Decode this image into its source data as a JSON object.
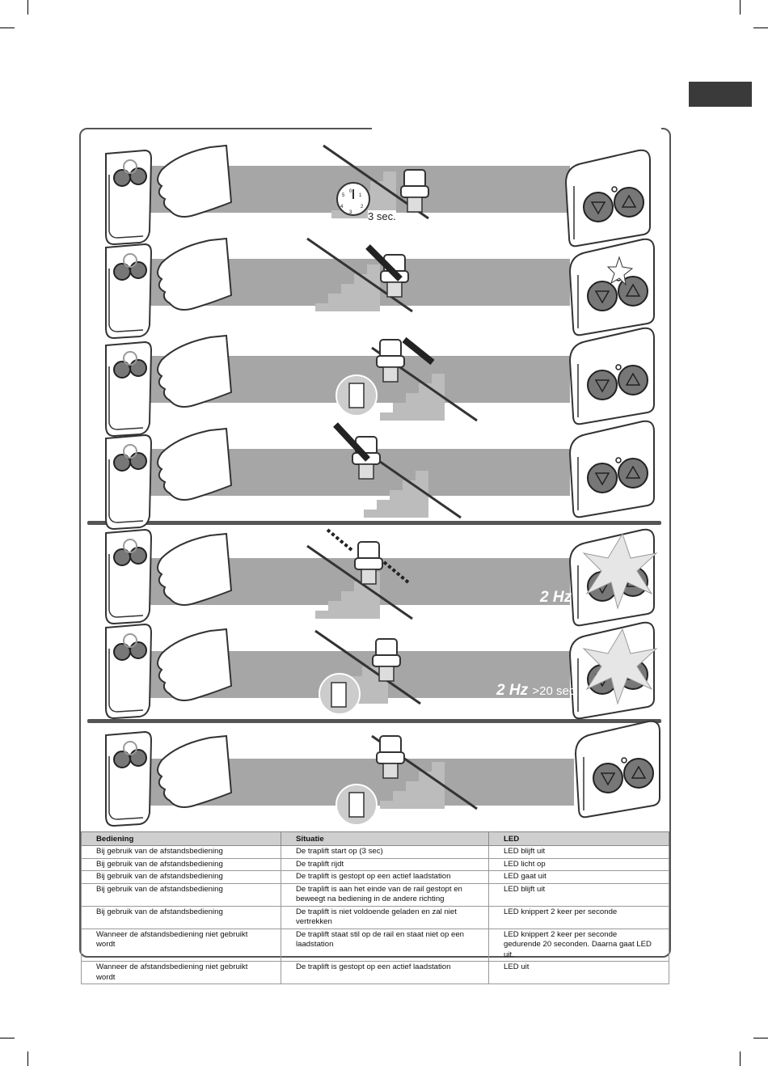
{
  "page": {
    "section_tab_color": "#3a3a3a",
    "band_color": "#a6a6a6"
  },
  "annotations": {
    "timer": "3 sec.",
    "timer_dial": [
      "0",
      "1",
      "2",
      "3",
      "4",
      "5"
    ],
    "blink_rate": "2 Hz",
    "blink_rate_duration_hz": "2 Hz",
    "blink_rate_duration": ">20 sec."
  },
  "table": {
    "headers": [
      "Bediening",
      "Situatie",
      "LED"
    ],
    "rows": [
      [
        "Bij gebruik van de afstandsbediening",
        "De traplift start op (3 sec)",
        "LED blijft uit"
      ],
      [
        "Bij gebruik van de afstandsbediening",
        "De traplift rijdt",
        "LED licht op"
      ],
      [
        "Bij gebruik van de afstandsbediening",
        "De traplift is gestopt op een actief laadstation",
        "LED gaat uit"
      ],
      [
        "Bij gebruik van de afstandsbediening",
        "De traplift is aan het einde van de rail gestopt en beweegt na bediening in de andere richting",
        "LED blijft uit"
      ],
      [
        "Bij gebruik van de afstandsbediening",
        "De traplift is niet voldoende geladen en zal niet vertrekken",
        "LED knippert 2 keer per seconde"
      ],
      [
        "Wanneer de afstandsbediening niet gebruikt wordt",
        "De traplift staat stil op de rail en staat niet op een laadstation",
        "LED knippert 2 keer per seconde gedurende 20 seconden. Daarna gaat LED uit."
      ],
      [
        "Wanneer de afstandsbediening niet gebruikt wordt",
        "De traplift is gestopt op een actief laadstation",
        "LED uit"
      ]
    ]
  }
}
